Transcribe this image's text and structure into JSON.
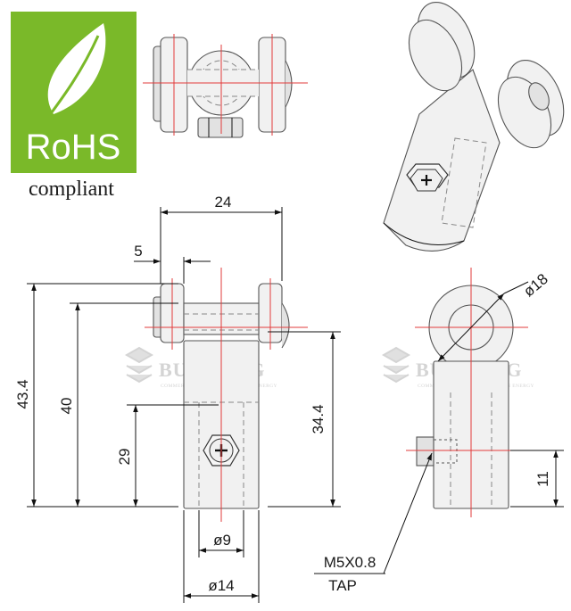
{
  "badge": {
    "label": "RoHS",
    "caption": "compliant",
    "color": "#7ab929"
  },
  "watermark": {
    "brand": "BUYOUNG",
    "tagline": "COMMERCIAL VALUE OF CREATION ENERGY"
  },
  "dimensions": {
    "width_overall": "24",
    "slot_width": "5",
    "height_overall": "43.4",
    "height_to_center": "40",
    "screw_height": "29",
    "height_from_screw": "34.4",
    "bore_diameter": "ø9",
    "body_diameter": "ø14",
    "wheel_diameter": "ø18",
    "tap_height": "11",
    "tap_spec_line1": "M5X0.8",
    "tap_spec_line2": "TAP"
  },
  "colors": {
    "centerline": "#e23b3b",
    "part_fill": "#f1f1f1",
    "outline": "#555555"
  }
}
